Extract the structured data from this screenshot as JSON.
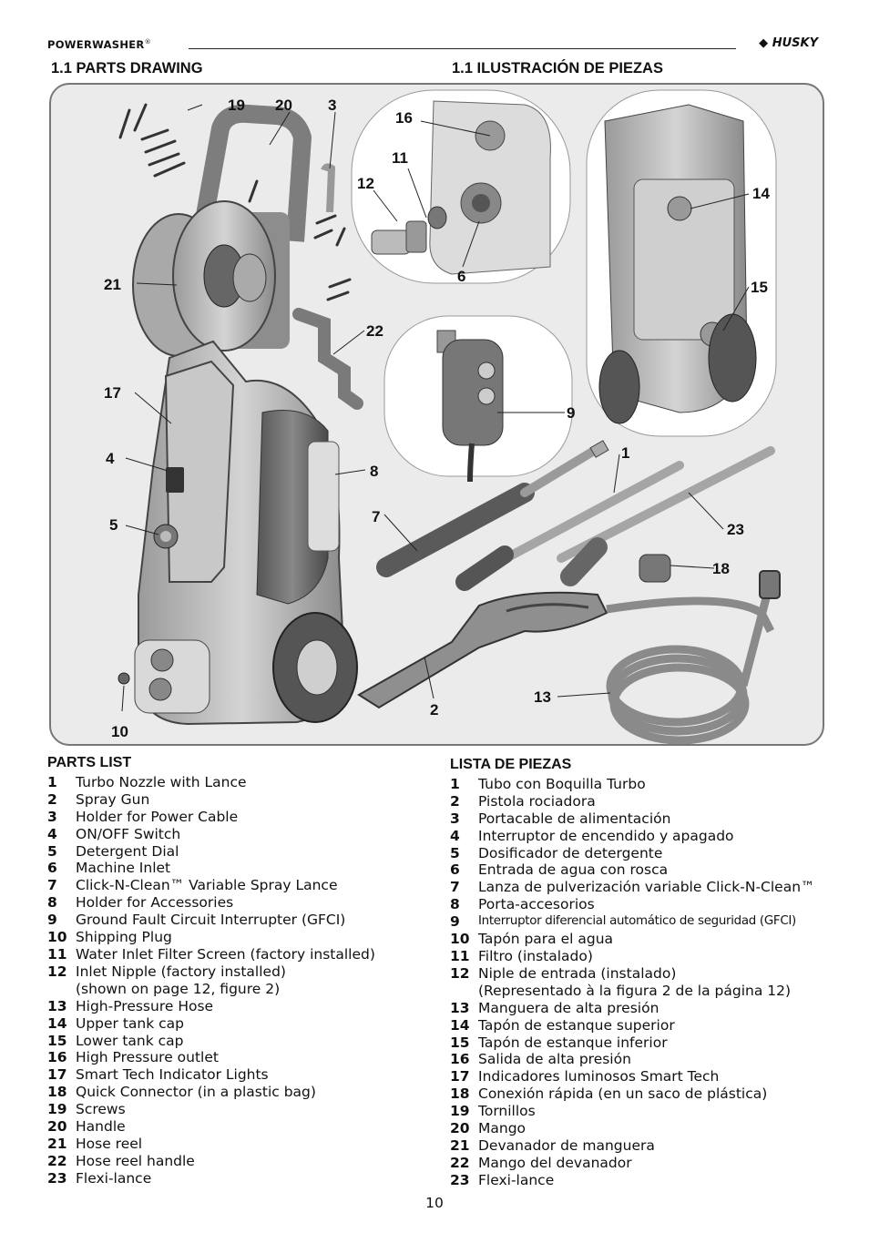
{
  "header": {
    "brand": "POWERWASHER",
    "brand_mark": "®",
    "logo": "HUSKY"
  },
  "headings": {
    "left": "1.1 PARTS DRAWING",
    "right": "1.1  ILUSTRACIÓN DE PIEZAS"
  },
  "callouts": [
    "19",
    "20",
    "3",
    "16",
    "11",
    "12",
    "6",
    "14",
    "21",
    "15",
    "22",
    "17",
    "9",
    "4",
    "8",
    "1",
    "5",
    "7",
    "23",
    "18",
    "13",
    "2",
    "10"
  ],
  "parts_list": {
    "title": "PARTS LIST",
    "items": [
      {
        "n": "1",
        "t": "Turbo Nozzle with Lance"
      },
      {
        "n": "2",
        "t": "Spray Gun"
      },
      {
        "n": "3",
        "t": "Holder for Power Cable"
      },
      {
        "n": "4",
        "t": "ON/OFF Switch"
      },
      {
        "n": "5",
        "t": "Detergent Dial"
      },
      {
        "n": "6",
        "t": "Machine Inlet"
      },
      {
        "n": "7",
        "t": "Click-N-Clean™ Variable Spray Lance"
      },
      {
        "n": "8",
        "t": "Holder for Accessories"
      },
      {
        "n": "9",
        "t": "Ground Fault Circuit Interrupter (GFCI)"
      },
      {
        "n": "10",
        "t": "Shipping Plug"
      },
      {
        "n": "11",
        "t": "Water Inlet Filter Screen (factory installed)"
      },
      {
        "n": "12",
        "t": "Inlet Nipple (factory installed)"
      },
      {
        "n": "",
        "t": "(shown on page 12, figure 2)"
      },
      {
        "n": "13",
        "t": "High-Pressure Hose"
      },
      {
        "n": "14",
        "t": "Upper tank cap"
      },
      {
        "n": "15",
        "t": "Lower tank cap"
      },
      {
        "n": "16",
        "t": "High Pressure outlet"
      },
      {
        "n": "17",
        "t": "Smart Tech Indicator Lights"
      },
      {
        "n": "18",
        "t": "Quick Connector (in a plastic bag)"
      },
      {
        "n": "19",
        "t": "Screws"
      },
      {
        "n": "20",
        "t": "Handle"
      },
      {
        "n": "21",
        "t": "Hose reel"
      },
      {
        "n": "22",
        "t": "Hose reel handle"
      },
      {
        "n": "23",
        "t": "Flexi-lance"
      }
    ]
  },
  "lista_piezas": {
    "title": "LISTA DE PIEZAS",
    "items": [
      {
        "n": "1",
        "t": "Tubo con Boquilla Turbo"
      },
      {
        "n": "2",
        "t": "Pistola rociadora"
      },
      {
        "n": "3",
        "t": "Portacable de alimentación"
      },
      {
        "n": "4",
        "t": "Interruptor de encendido y apagado"
      },
      {
        "n": "5",
        "t": "Dosificador de detergente"
      },
      {
        "n": "6",
        "t": "Entrada de agua con rosca"
      },
      {
        "n": "7",
        "t": "Lanza de pulverización variable Click-N-Clean™"
      },
      {
        "n": "8",
        "t": "Porta-accesorios"
      },
      {
        "n": "9",
        "t": "Interruptor diferencial automático de seguridad (GFCI)"
      },
      {
        "n": "10",
        "t": "Tapón para el agua"
      },
      {
        "n": "11",
        "t": "Filtro (instalado)"
      },
      {
        "n": "12",
        "t": "Niple de entrada (instalado)"
      },
      {
        "n": "",
        "t": "(Representado à la figura 2 de la página 12)"
      },
      {
        "n": "13",
        "t": "Manguera de alta presión"
      },
      {
        "n": "14",
        "t": "Tapón de estanque superior"
      },
      {
        "n": "15",
        "t": "Tapón de estanque inferior"
      },
      {
        "n": "16",
        "t": "Salida de alta presión"
      },
      {
        "n": "17",
        "t": "Indicadores luminosos Smart Tech"
      },
      {
        "n": "18",
        "t": "Conexión rápida (en un saco de plástica)"
      },
      {
        "n": "19",
        "t": "Tornillos"
      },
      {
        "n": "20",
        "t": "Mango"
      },
      {
        "n": "21",
        "t": "Devanador de manguera"
      },
      {
        "n": "22",
        "t": "Mango del devanador"
      },
      {
        "n": "23",
        "t": "Flexi-lance"
      }
    ]
  },
  "page_number": "10"
}
